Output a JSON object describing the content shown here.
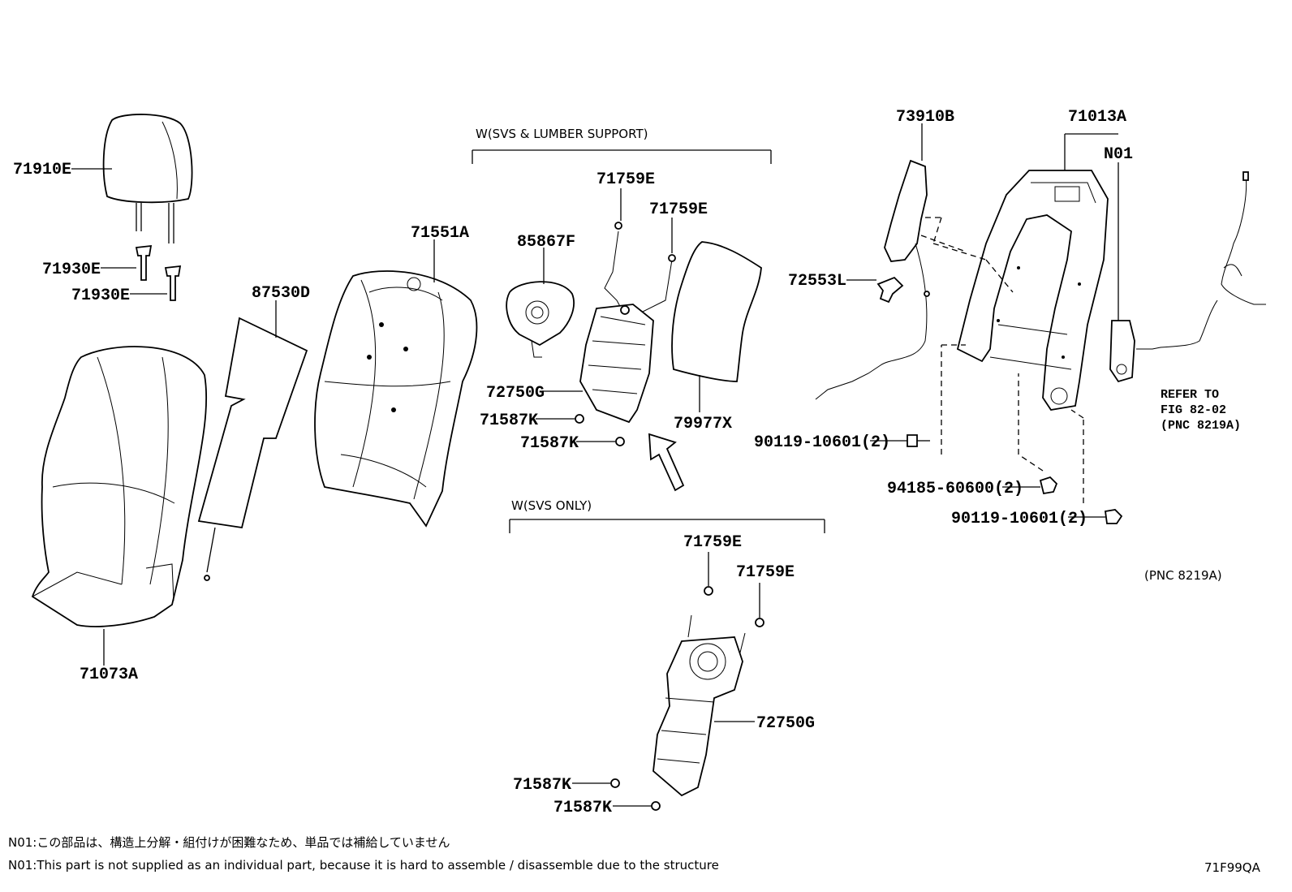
{
  "conditions": {
    "svs_lumber": "W(SVS & LUMBER SUPPORT)",
    "svs_only": "W(SVS ONLY)"
  },
  "parts": {
    "p71910E": "71910E",
    "p71930E_1": "71930E",
    "p71930E_2": "71930E",
    "p87530D": "87530D",
    "p71551A": "71551A",
    "p71073A": "71073A",
    "p85867F": "85867F",
    "p71759E_1": "71759E",
    "p71759E_2": "71759E",
    "p72750G_1": "72750G",
    "p71587K_1": "71587K",
    "p71587K_2": "71587K",
    "p79977X": "79977X",
    "p71759E_3": "71759E",
    "p71759E_4": "71759E",
    "p72750G_2": "72750G",
    "p71587K_3": "71587K",
    "p71587K_4": "71587K",
    "p73910B": "73910B",
    "p71013A": "71013A",
    "pN01": "N01",
    "p72553L": "72553L",
    "p90119_1": "90119-10601(2)",
    "p94185": "94185-60600(2)",
    "p90119_2": "90119-10601(2)"
  },
  "refer": {
    "line1": "REFER TO",
    "line2": "FIG 82-02",
    "line3": "(PNC 8219A)",
    "pnc_side": "(PNC 8219A)"
  },
  "notes": {
    "jp": "N01:この部品は、構造上分解・組付けが困難なため、単品では補給していません",
    "en": "N01:This part is not supplied as an individual part, because it is hard to assemble / disassemble due to the structure"
  },
  "figure_code": "71F99QA"
}
